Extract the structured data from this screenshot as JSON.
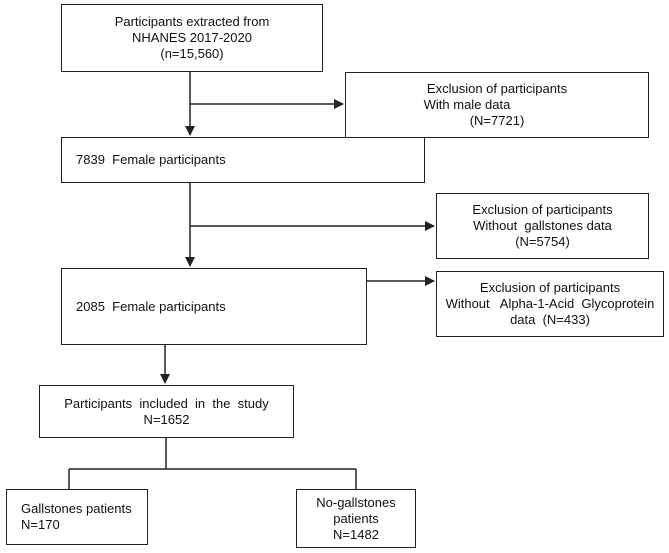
{
  "boxes": {
    "start": {
      "lines": [
        "Participants extracted from",
        "NHANES 2017-2020",
        "(n=15,560)"
      ]
    },
    "excl1": {
      "lines": [
        "Exclusion of participants",
        "With male data",
        "(N=7721)"
      ]
    },
    "female1": {
      "lines": [
        "7839  Female participants"
      ]
    },
    "excl2": {
      "lines": [
        "Exclusion of participants",
        "Without  gallstones data",
        "(N=5754)"
      ]
    },
    "female2": {
      "lines": [
        "2085  Female participants"
      ]
    },
    "excl3": {
      "lines": [
        "Exclusion of participants",
        "Without   Alpha-1-Acid  Glycoprotein",
        "data  (N=433)"
      ]
    },
    "included": {
      "lines": [
        "Participants  included  in  the  study",
        "N=1652"
      ]
    },
    "gall": {
      "lines": [
        "Gallstones patients",
        "N=170"
      ]
    },
    "nogall": {
      "lines": [
        "No-gallstones",
        "patients",
        "N=1482"
      ]
    }
  },
  "colors": {
    "stroke": "#222222"
  }
}
